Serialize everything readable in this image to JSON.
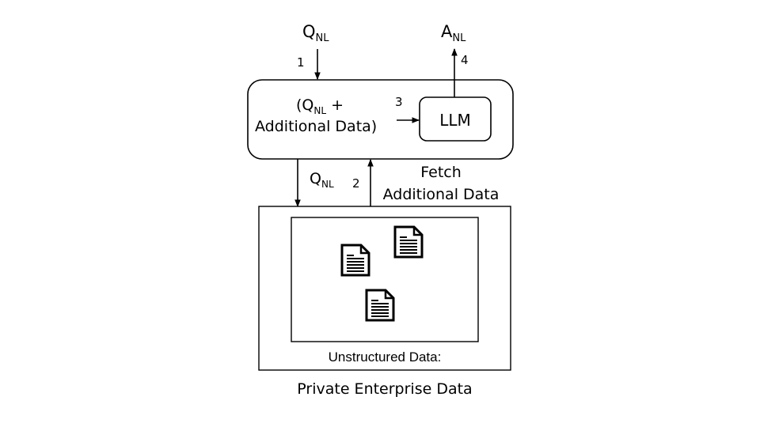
{
  "diagram": {
    "input_query": {
      "main": "Q",
      "sub": "NL"
    },
    "output_answer": {
      "main": "A",
      "sub": "NL"
    },
    "steps": {
      "step1": "1",
      "step2": "2",
      "step3": "3",
      "step4": "4"
    },
    "process_box": {
      "line1_prefix": "(Q",
      "line1_sub": "NL",
      "line1_suffix": " +",
      "line2": "Additional Data)"
    },
    "llm_label": "LLM",
    "query_down": {
      "main": "Q",
      "sub": "NL"
    },
    "fetch_label": {
      "line1": "Fetch",
      "line2": "Additional Data"
    },
    "data_store": {
      "inner_label": "Unstructured Data:",
      "caption": "Private Enterprise Data",
      "documents": [
        "document-icon",
        "document-icon",
        "document-icon"
      ]
    }
  }
}
